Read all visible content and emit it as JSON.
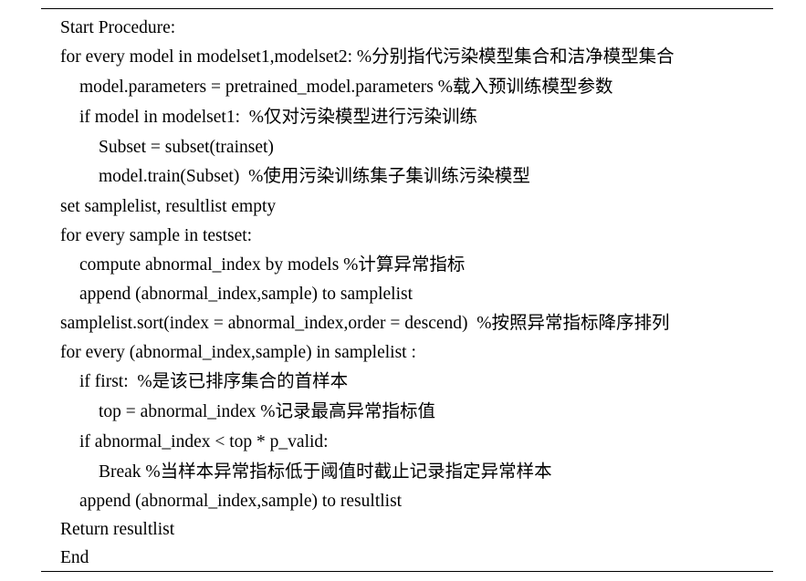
{
  "algorithm": {
    "lines": [
      "Start Procedure:",
      "for every model in modelset1,modelset2: %分别指代污染模型集合和洁净模型集合",
      "model.parameters = pretrained_model.parameters %载入预训练模型参数",
      "if model in modelset1:  %仅对污染模型进行污染训练",
      "Subset = subset(trainset)",
      "model.train(Subset)  %使用污染训练集子集训练污染模型",
      "set samplelist, resultlist empty",
      "for every sample in testset:",
      "compute abnormal_index by models %计算异常指标",
      "append (abnormal_index,sample) to samplelist",
      "samplelist.sort(index = abnormal_index,order = descend)  %按照异常指标降序排列",
      "for every (abnormal_index,sample) in samplelist :",
      "if first:  %是该已排序集合的首样本",
      "top = abnormal_index %记录最高异常指标值",
      "if abnormal_index < top * p_valid:",
      "Break %当样本异常指标低于阈值时截止记录指定异常样本",
      "append (abnormal_index,sample) to resultlist",
      "Return resultlist",
      "End"
    ]
  }
}
